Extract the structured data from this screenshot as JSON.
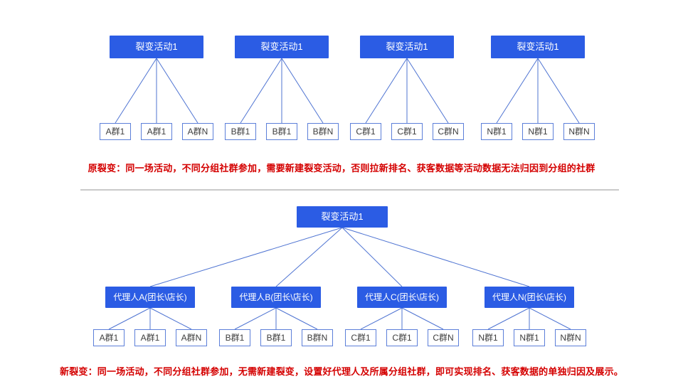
{
  "colors": {
    "page_bg": "#ffffff",
    "node_fill": "#2b5ce4",
    "node_text": "#ffffff",
    "leaf_border": "#5c7fd9",
    "leaf_text": "#3d3d3d",
    "line": "#4f74d2",
    "divider": "#c9c9c9",
    "annotation": "#d40000"
  },
  "top_section": {
    "groups": [
      {
        "root": "裂变活动1",
        "children": [
          "A群1",
          "A群1",
          "A群N"
        ]
      },
      {
        "root": "裂变活动1",
        "children": [
          "B群1",
          "B群1",
          "B群N"
        ]
      },
      {
        "root": "裂变活动1",
        "children": [
          "C群1",
          "C群1",
          "C群N"
        ]
      },
      {
        "root": "裂变活动1",
        "children": [
          "N群1",
          "N群1",
          "N群N"
        ]
      }
    ],
    "annotation": "原裂变：同一场活动，不同分组社群参加，需要新建裂变活动，否则拉新排名、获客数据等活动数据无法归因到分组的社群"
  },
  "bottom_section": {
    "root": "裂变活动1",
    "groups": [
      {
        "agent": "代理人A(团长\\店长)",
        "children": [
          "A群1",
          "A群1",
          "A群N"
        ]
      },
      {
        "agent": "代理人B(团长\\店长)",
        "children": [
          "B群1",
          "B群1",
          "B群N"
        ]
      },
      {
        "agent": "代理人C(团长\\店长)",
        "children": [
          "C群1",
          "C群1",
          "C群N"
        ]
      },
      {
        "agent": "代理人N(团长\\店长)",
        "children": [
          "N群1",
          "N群1",
          "N群N"
        ]
      }
    ],
    "annotation": "新裂变：同一场活动，不同分组社群参加，无需新建裂变，设置好代理人及所属分组社群，即可实现排名、获客数据的单独归因及展示。"
  }
}
